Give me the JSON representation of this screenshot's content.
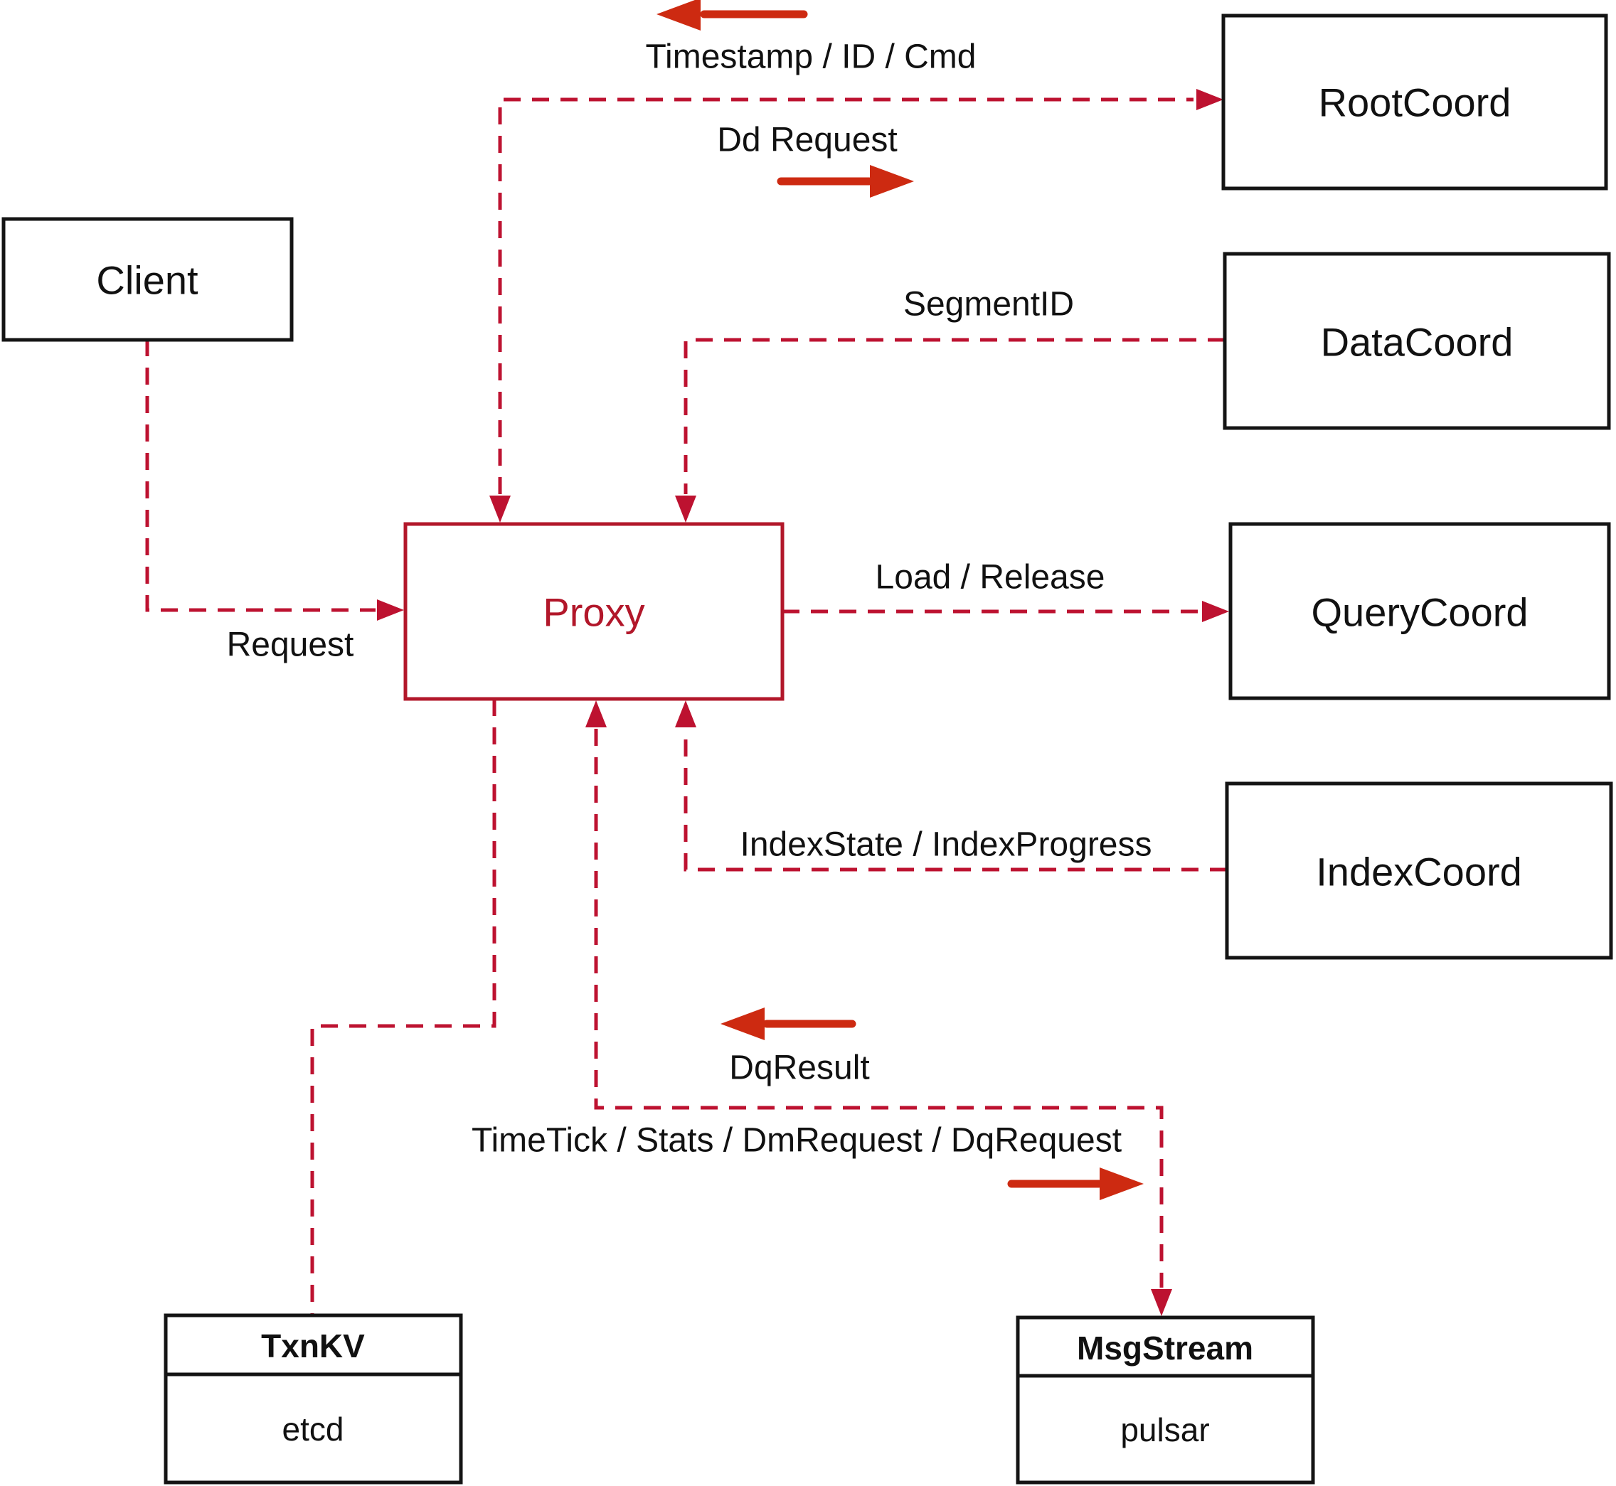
{
  "diagram": {
    "background": "#ffffff",
    "colors": {
      "connector_red": "#bd1230",
      "proxy_red": "#b2172a",
      "direction_arrow_red": "#cd2a11",
      "box_border_black": "#141414",
      "label_black": "#111111",
      "box_fill": "#ffffff"
    },
    "nodes": {
      "client": {
        "label": "Client"
      },
      "proxy": {
        "label": "Proxy"
      },
      "root_coord": {
        "label": "RootCoord"
      },
      "data_coord": {
        "label": "DataCoord"
      },
      "query_coord": {
        "label": "QueryCoord"
      },
      "index_coord": {
        "label": "IndexCoord"
      },
      "txn_kv": {
        "title": "TxnKV",
        "impl": "etcd"
      },
      "msg_stream": {
        "title": "MsgStream",
        "impl": "pulsar"
      }
    },
    "edges": {
      "root_coord_response": "Timestamp / ID / Cmd",
      "root_coord_request": "Dd Request",
      "data_coord": "SegmentID",
      "query_coord": "Load / Release",
      "index_coord": "IndexState / IndexProgress",
      "client_request": "Request",
      "msg_stream_response": "DqResult",
      "msg_stream_request": "TimeTick / Stats / DmRequest / DqRequest"
    }
  }
}
